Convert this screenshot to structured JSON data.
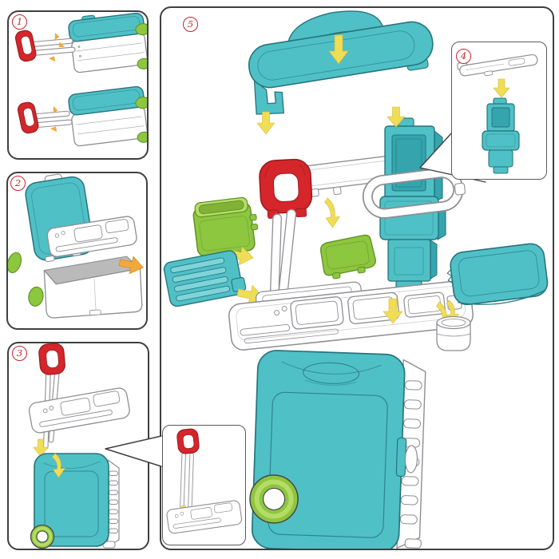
{
  "page": {
    "background": "#ffffff"
  },
  "steps": {
    "s1": {
      "number": "1"
    },
    "s2": {
      "number": "2"
    },
    "s3": {
      "number": "3"
    },
    "s4": {
      "number": "4"
    },
    "s5": {
      "number": "5"
    }
  },
  "palette": {
    "teal": "#4fc0c6",
    "tealdeep": "#35a4ad",
    "tealline": "#27747d",
    "green": "#8dc63f",
    "greenlight": "#b5dc66",
    "greenline": "#5d8f23",
    "red": "#d5262b",
    "reddark": "#9c1b1f",
    "yellow": "#efdd55",
    "yellowline": "#d3b93a",
    "orange": "#f2a93b",
    "ink": "#3f3f3f",
    "line": "#8e8e94",
    "gray": "#bababa"
  }
}
